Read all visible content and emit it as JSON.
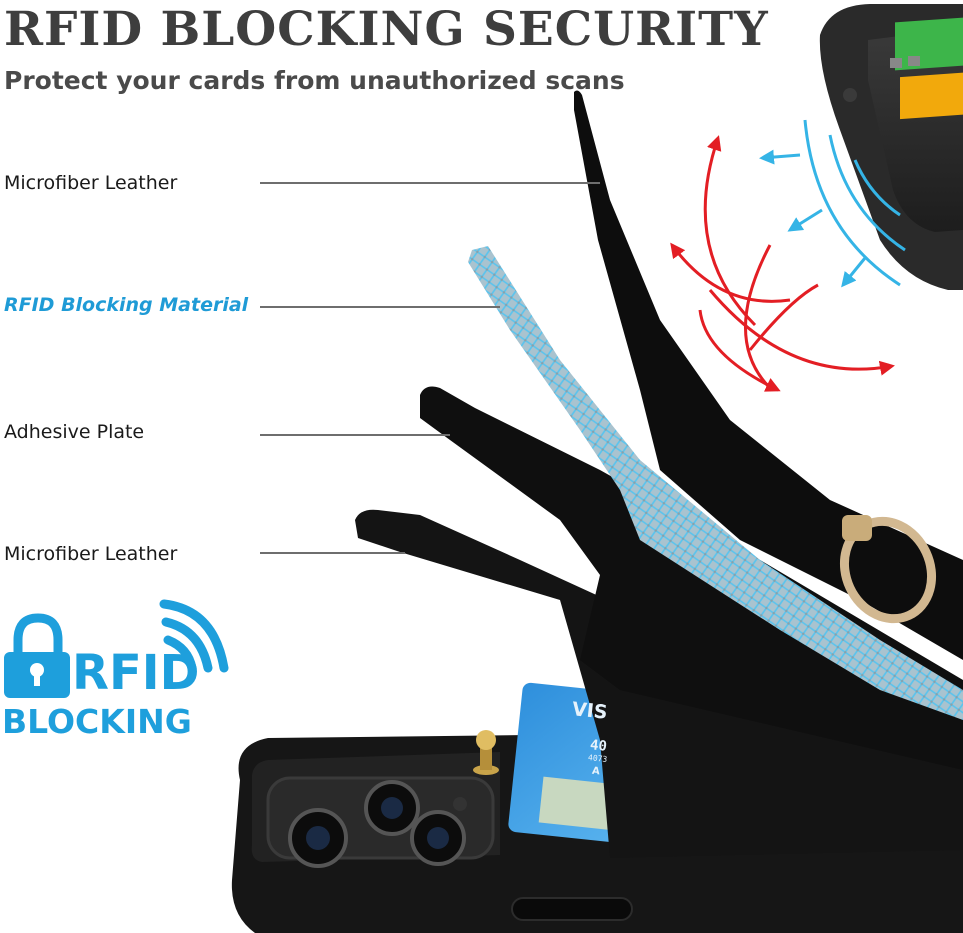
{
  "header": {
    "title": "RFID BLOCKING SECURITY",
    "subtitle": "Protect your cards from unauthorized scans"
  },
  "layers": [
    {
      "label": "Microfiber Leather"
    },
    {
      "label": "RFID Blocking Material"
    },
    {
      "label": "Adhesive Plate"
    },
    {
      "label": "Microfiber Leather"
    }
  ],
  "badge": {
    "line1": "RFID",
    "line2": "BLOCKING"
  },
  "card": {
    "brand": "VIS",
    "number": "40",
    "small": "4073",
    "letter": "A"
  },
  "colors": {
    "rfid_blue": "#1f9bd6",
    "signal_red": "#e31e24",
    "signal_blue": "#35b4e6",
    "leather_black": "#111111"
  }
}
